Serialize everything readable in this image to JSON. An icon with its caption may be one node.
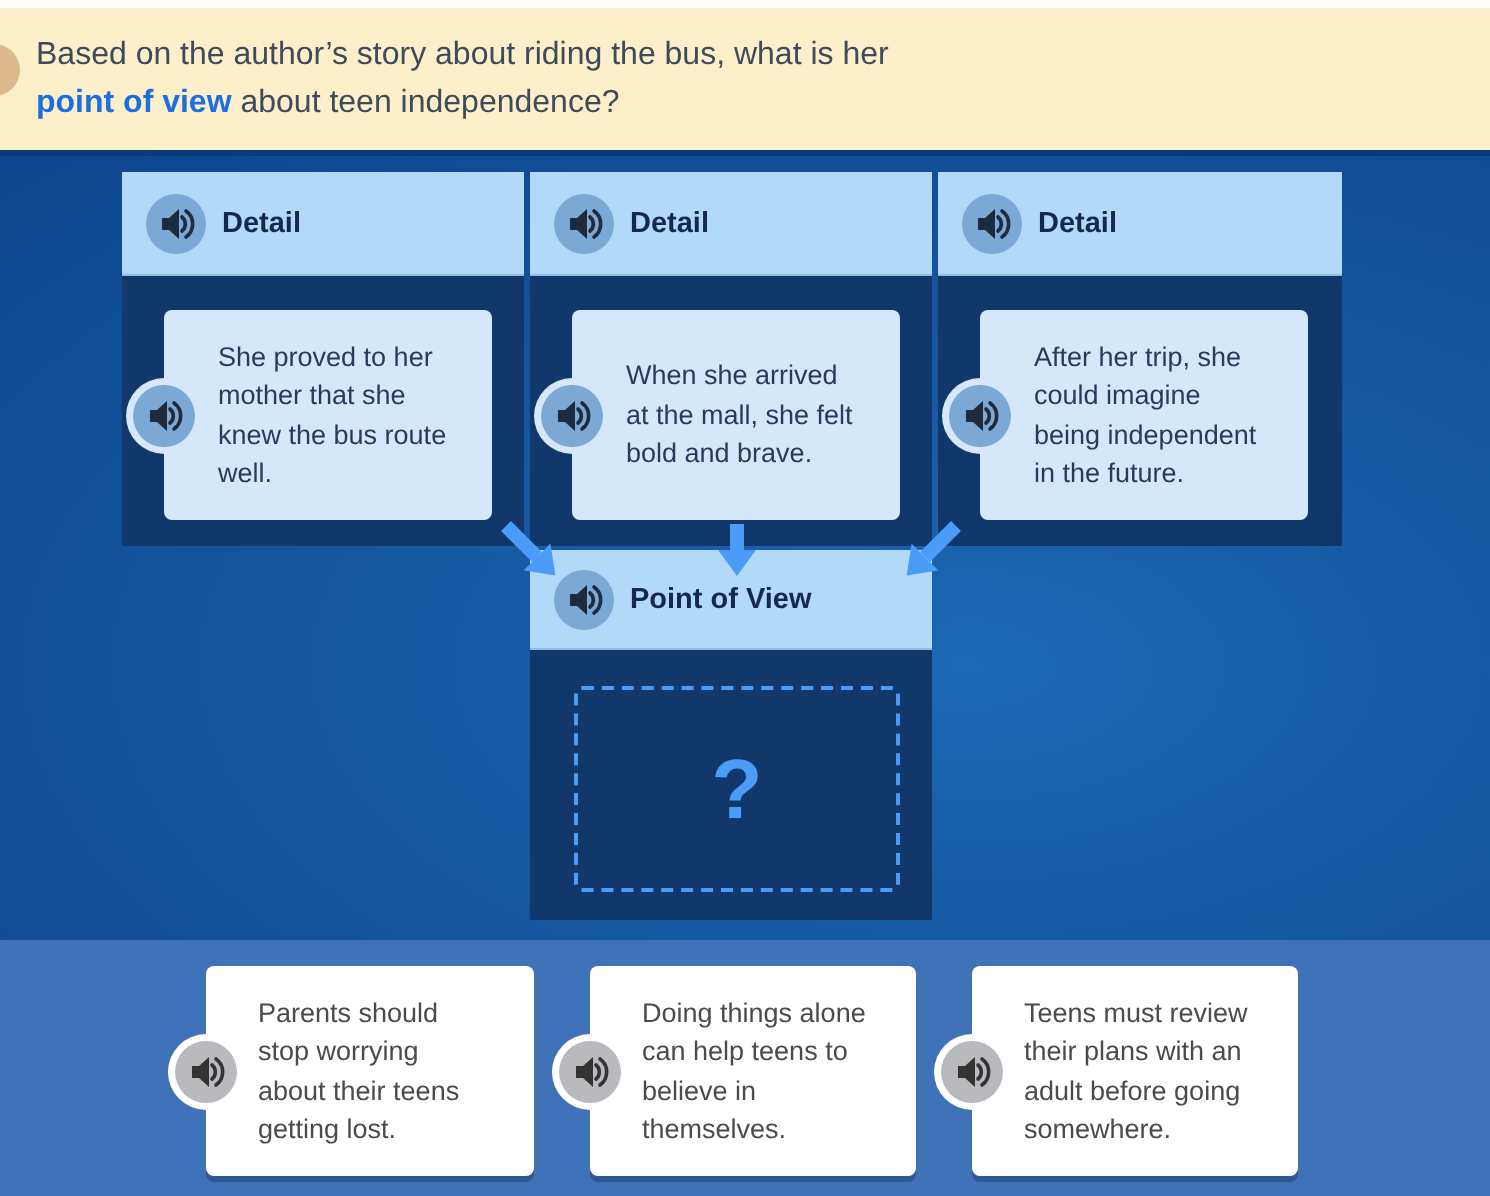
{
  "diagram": {
    "title": "Based on the author’s story about riding the bus, what is her **point of view** about teen independence?",
    "nodes": [
      {
        "text": [
          "Detail"
        ]
      },
      {
        "text": [
          "She proved to her mother that she knew the bus route well."
        ],
        "in": 0
      },
      {
        "text": [
          "Detail"
        ]
      },
      {
        "text": [
          "When she arrived at the mall, she felt bold and brave."
        ],
        "in": 2
      },
      {
        "text": [
          "Detail"
        ]
      },
      {
        "text": [
          "After her trip, she could imagine being independent in the future."
        ],
        "in": 4
      },
      {
        "text": [
          "Point of View"
        ]
      },
      {
        "text": [
          "?"
        ],
        "in": 6
      },
      {
        "text": [
          "Parents should stop worrying about their teens getting lost."
        ]
      },
      {
        "text": [
          "Doing things alone can help teens to believe in themselves."
        ]
      },
      {
        "text": [
          "Teens must review their plans with an adult before going somewhere."
        ]
      }
    ],
    "edges": [
      {
        "from": 0,
        "to": 6,
        "arrow": "to"
      },
      {
        "from": 2,
        "to": 6,
        "arrow": "to"
      },
      {
        "from": 4,
        "to": 6,
        "arrow": "to"
      }
    ]
  }
}
